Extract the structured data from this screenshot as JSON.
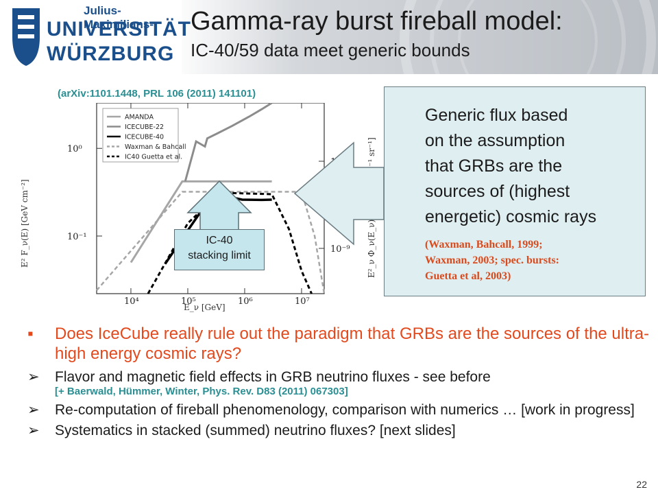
{
  "header": {
    "logo_line1": "Julius-Maximilians-",
    "logo_line2": "UNIVERSITÄT",
    "logo_line3": "WÜRZBURG",
    "title": "Gamma-ray burst fireball model:",
    "subtitle": "IC-40/59 data meet generic bounds"
  },
  "citation": "(arXiv:1101.1448, PRL 106 (2011) 141101)",
  "callout": {
    "text": "Generic flux based\non the assumption\nthat GRBs are the\nsources of (highest\nenergetic) cosmic rays",
    "ref": "(Waxman, Bahcall, 1999;\nWaxman, 2003; spec. bursts:\nGuetta et al, 2003)"
  },
  "stacking_label": "IC-40\nstacking limit",
  "chart_data": {
    "type": "line",
    "xlabel": "E_ν [GeV]",
    "ylabel_left": "E² F_ν(E) [GeV cm⁻²]",
    "ylabel_right": "E²_ν Φ_ν(E_ν) [GeV cm⁻² s⁻¹ sr⁻¹]",
    "x_scale": "log",
    "y_scale": "log",
    "xlim": [
      2500,
      25000000
    ],
    "ylim": [
      0.022,
      3.3
    ],
    "xticks": [
      "10⁴",
      "10⁵",
      "10⁶",
      "10⁷"
    ],
    "yticks_left": [
      "10⁰",
      "10⁻¹"
    ],
    "yticks_right": [
      "10⁻⁸",
      "10⁻⁹"
    ],
    "legend_position": "top-left",
    "series": [
      {
        "name": "AMANDA",
        "color": "#a6a6a6",
        "dash": "solid",
        "width": 3,
        "points": [
          [
            10000,
            0.05
          ],
          [
            80000,
            0.42
          ],
          [
            3000000,
            0.42
          ]
        ]
      },
      {
        "name": "ICECUBE-22",
        "color": "#8c8c8c",
        "dash": "solid",
        "width": 3,
        "points": [
          [
            90000,
            0.42
          ],
          [
            140000,
            1.2
          ],
          [
            200000,
            1.05
          ],
          [
            220000,
            1.3
          ],
          [
            330000,
            1.48
          ],
          [
            600000,
            1.8
          ],
          [
            1200000,
            2.3
          ],
          [
            2000000,
            2.8
          ],
          [
            3000000,
            3.3
          ]
        ]
      },
      {
        "name": "ICECUBE-40",
        "color": "#000000",
        "dash": "solid",
        "width": 3.5,
        "points": [
          [
            40000,
            0.048
          ],
          [
            90000,
            0.105
          ],
          [
            160000,
            0.18
          ],
          [
            280000,
            0.265
          ],
          [
            380000,
            0.28
          ],
          [
            560000,
            0.278
          ],
          [
            900000,
            0.26
          ],
          [
            2000000,
            0.258
          ],
          [
            3000000,
            0.26
          ]
        ]
      },
      {
        "name": "Waxman & Bahcall",
        "color": "#a6a6a6",
        "dash": "dashed",
        "width": 2.5,
        "points": [
          [
            2500,
            0.024
          ],
          [
            80000,
            0.32
          ],
          [
            10000000,
            0.32
          ],
          [
            17000000,
            0.1
          ],
          [
            25000000,
            0.022
          ]
        ]
      },
      {
        "name": "IC40 Guetta et al.",
        "color": "#000000",
        "dash": "dashed",
        "width": 3,
        "points": [
          [
            20000,
            0.022
          ],
          [
            100000,
            0.14
          ],
          [
            350000,
            0.3
          ],
          [
            500000,
            0.31
          ],
          [
            3000000,
            0.3
          ],
          [
            6000000,
            0.12
          ],
          [
            10000000,
            0.04
          ],
          [
            15000000,
            0.022
          ]
        ]
      }
    ]
  },
  "bullets": [
    {
      "marker": "▪",
      "text": "Does IceCube really rule out the paradigm that GRBs are the sources of the ultra-high energy cosmic rays?"
    },
    {
      "marker": "➢",
      "text": "Flavor and magnetic field effects in GRB neutrino fluxes - see before",
      "sub": "[+ Baerwald, Hümmer, Winter, Phys. Rev. D83 (2011) 067303]"
    },
    {
      "marker": "➢",
      "text": "Re-computation of fireball phenomenology, comparison with numerics … [work in progress]"
    },
    {
      "marker": "➢",
      "text": "Systematics in stacked (summed) neutrino fluxes? [next slides]"
    }
  ],
  "page_number": "22"
}
